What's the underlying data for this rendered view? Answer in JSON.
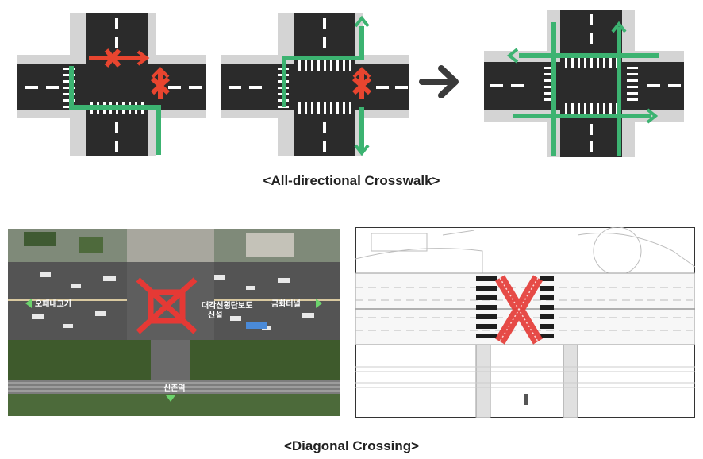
{
  "captions": {
    "top": "<All-directional Crosswalk>",
    "bottom": "<Diagonal Crossing>"
  },
  "photo_labels": {
    "left": "오패내고기",
    "center_line1": "대각선횡단보도",
    "center_line2": "신설",
    "right": "금화터널",
    "bottom": "신촌역"
  },
  "colors": {
    "road": "#2b2b2b",
    "sidewalk": "#d4d4d4",
    "walk_path": "#3cb371",
    "stop_symbol": "#e8452f",
    "arrow": "#3a3a3a",
    "diagonal_mark": "#e53935"
  }
}
